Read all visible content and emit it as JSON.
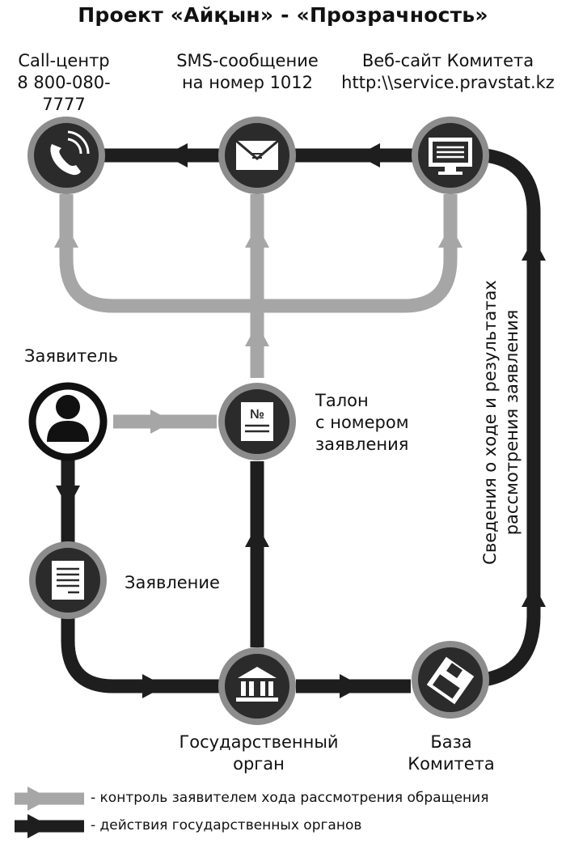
{
  "title": "Проект «Айқын» - «Прозрачность»",
  "top_channels": {
    "call_center": {
      "line1": "Call-центр",
      "line2": "8 800-080-7777"
    },
    "sms": {
      "line1": "SMS-сообщение",
      "line2": "на номер 1012"
    },
    "website": {
      "line1": "Веб-сайт Комитета",
      "line2": "http:\\\\service.pravstat.kz"
    }
  },
  "nodes": {
    "applicant": "Заявитель",
    "ticket": {
      "line1": "Талон",
      "line2": "с номером",
      "line3": "заявления"
    },
    "application": "Заявление",
    "gov_body": {
      "line1": "Государственный",
      "line2": "орган"
    },
    "database": {
      "line1": "База",
      "line2": "Комитета"
    },
    "ticket_symbol": "№"
  },
  "vertical_note": {
    "line1": "Сведения о ходе и результатах",
    "line2": "рассмотрения заявления"
  },
  "legend": {
    "gray": "- контроль заявителем хода рассмотрения обращения",
    "black": "- действия государственных органов"
  },
  "colors": {
    "black_flow": "#1e1e1e",
    "gray_flow": "#a6a6a6",
    "node_fill": "#2b2b2b",
    "node_ring": "#8c8c8c"
  }
}
